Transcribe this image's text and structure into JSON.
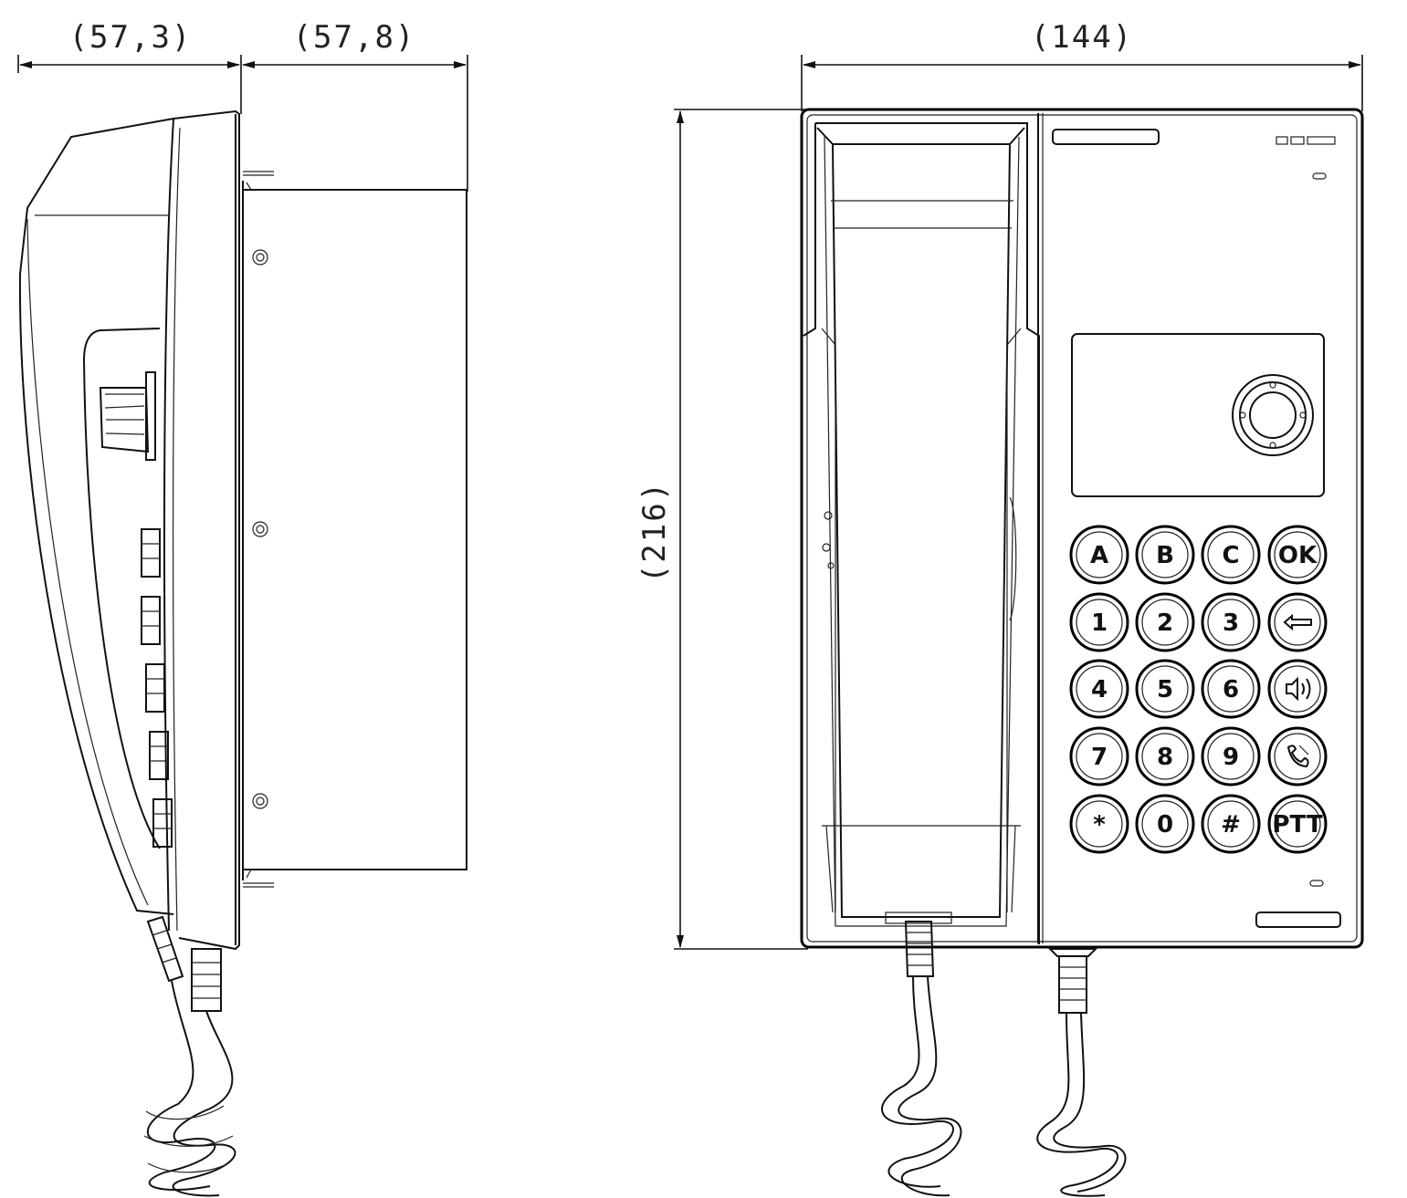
{
  "dimensions": {
    "depth_left": "(57,3)",
    "depth_right": "(57,8)",
    "width": "(144)",
    "height": "(216)"
  },
  "keypad": {
    "keys": [
      [
        "A",
        "B",
        "C",
        "OK"
      ],
      [
        "1",
        "2",
        "3",
        "backspace-icon"
      ],
      [
        "4",
        "5",
        "6",
        "speaker-icon"
      ],
      [
        "7",
        "8",
        "9",
        "hangup-icon"
      ],
      [
        "*",
        "0",
        "#",
        "PTT"
      ]
    ]
  },
  "colors": {
    "line": "#111111",
    "background": "#ffffff"
  }
}
